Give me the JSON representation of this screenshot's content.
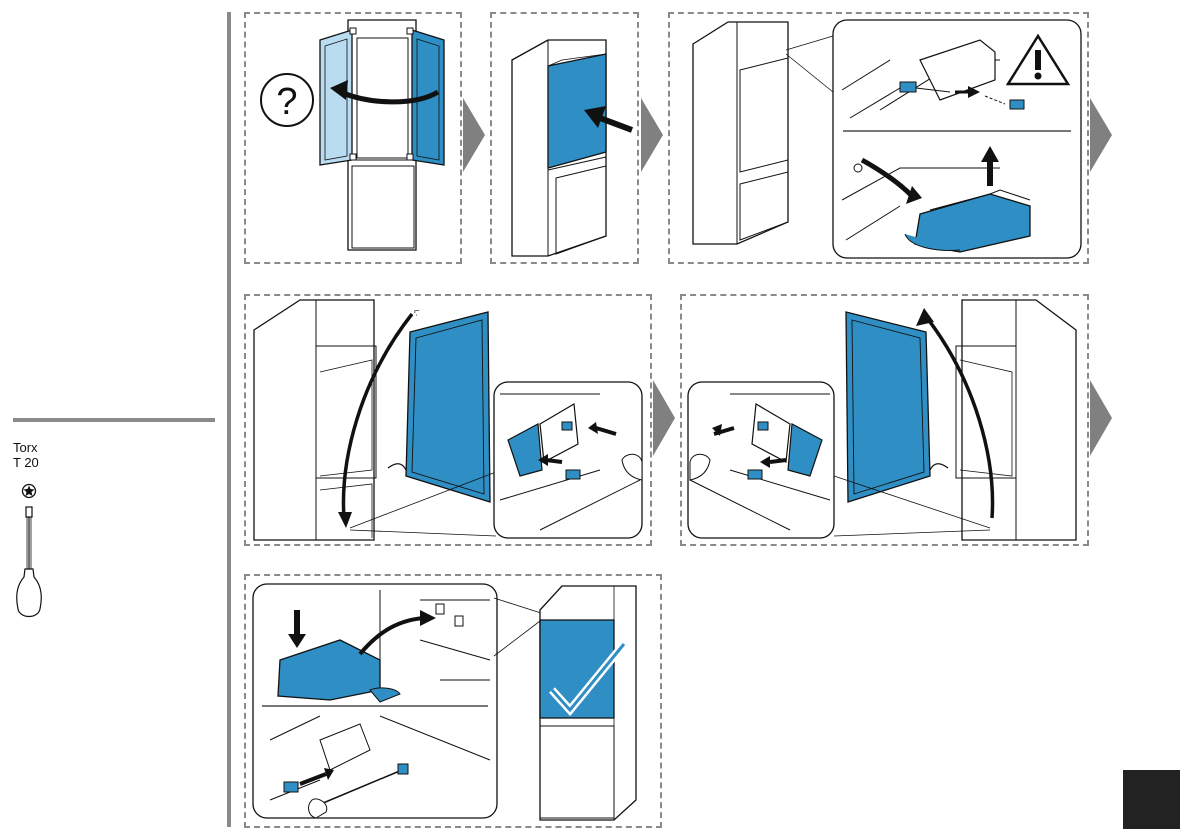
{
  "tool": {
    "name": "Torx",
    "size": "T 20"
  },
  "colors": {
    "door_blue": "#2f8fc4",
    "door_blue_light": "#b9dcf0",
    "arrow_grey": "#808080",
    "dash_grey": "#8a8a8a",
    "line_black": "#1a1a1a",
    "page_marker": "#222222"
  },
  "icons": [
    "question-icon",
    "warning-icon",
    "checkmark-icon",
    "torx-bit-icon",
    "screwdriver-icon"
  ],
  "steps": [
    {
      "id": 1,
      "description": "door-hinge-side-question"
    },
    {
      "id": 2,
      "description": "push-door"
    },
    {
      "id": 3,
      "description": "remove-hinge-cover-warning"
    },
    {
      "id": 4,
      "description": "unhang-door-left"
    },
    {
      "id": 5,
      "description": "hang-door-right"
    },
    {
      "id": 6,
      "description": "refit-hinge-cover-check"
    }
  ]
}
